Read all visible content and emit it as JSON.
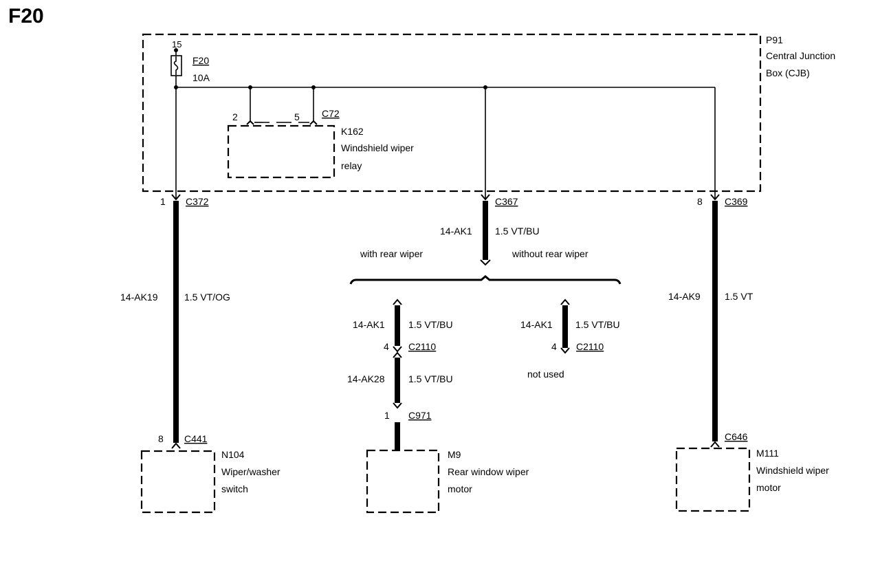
{
  "page_title": "F20",
  "cjb": {
    "id": "P91",
    "line1": "Central Junction",
    "line2": "Box (CJB)"
  },
  "fuse": {
    "pin": "15",
    "name": "F20",
    "rating": "10A"
  },
  "relay": {
    "pin_a": "2",
    "pin_b": "5",
    "connector": "C72",
    "id": "K162",
    "line1": "Windshield wiper",
    "line2": "relay"
  },
  "circuits": {
    "left": {
      "pin_top": "1",
      "connector_top": "C372",
      "circuit": "14-AK19",
      "wire": "1.5 VT/OG",
      "pin_bottom": "8",
      "connector_bottom": "C441"
    },
    "middle": {
      "connector_top": "C367",
      "circuit": "14-AK1",
      "wire": "1.5 VT/BU",
      "option_left": "with rear wiper",
      "option_right": "without rear wiper"
    },
    "right": {
      "pin_top": "8",
      "connector_top": "C369",
      "circuit": "14-AK9",
      "wire": "1.5 VT",
      "connector_bottom": "C646"
    }
  },
  "branches": {
    "with_rear": {
      "circuit_a": "14-AK1",
      "wire_a": "1.5 VT/BU",
      "pin_a": "4",
      "connector_a": "C2110",
      "circuit_b": "14-AK28",
      "wire_b": "1.5 VT/BU",
      "pin_b": "1",
      "connector_b": "C971"
    },
    "without_rear": {
      "circuit": "14-AK1",
      "wire": "1.5 VT/BU",
      "pin": "4",
      "connector": "C2110",
      "note": "not used"
    }
  },
  "components": {
    "n104": {
      "id": "N104",
      "line1": "Wiper/washer",
      "line2": "switch"
    },
    "m9": {
      "id": "M9",
      "line1": "Rear window wiper",
      "line2": "motor"
    },
    "m111": {
      "id": "M111",
      "line1": "Windshield wiper",
      "line2": "motor"
    }
  }
}
